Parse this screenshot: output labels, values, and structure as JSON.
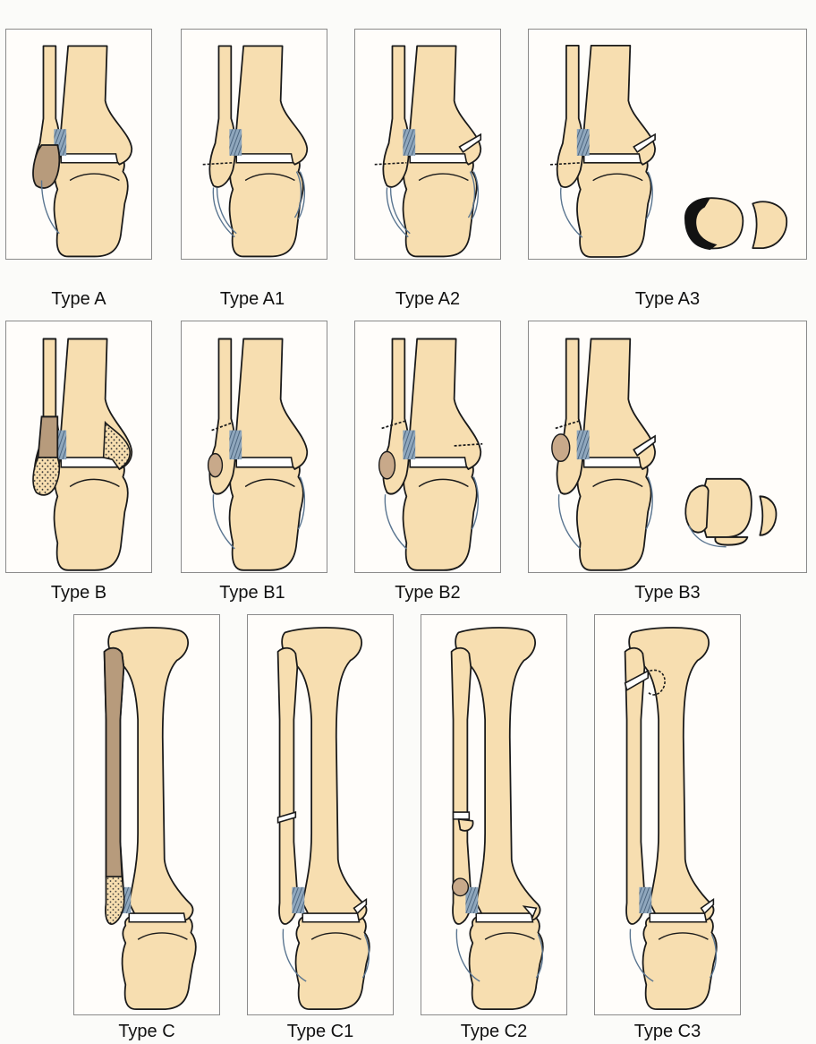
{
  "figure": {
    "row1": [
      "Type A",
      "Type A1",
      "Type A2",
      "Type A3"
    ],
    "row2": [
      "Type B",
      "Type B1",
      "Type B2",
      "Type B3"
    ],
    "row3": [
      "Type C",
      "Type C1",
      "Type C2",
      "Type C3"
    ]
  },
  "colors": {
    "bone": "#f7deb0",
    "fibula_highlight": "#b79b7c",
    "ligament": "#5a7590",
    "outline": "#1a1a1a"
  }
}
